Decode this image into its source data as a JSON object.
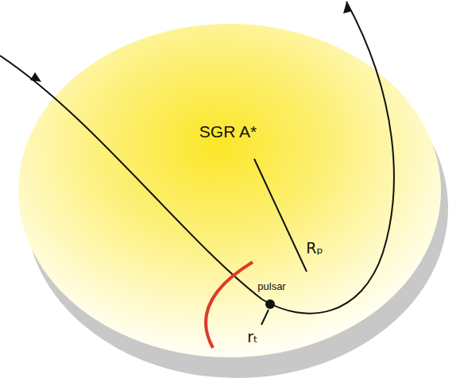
{
  "diagram": {
    "labels": [
      "SGR A*",
      "Rₚ",
      "pulsar",
      "rₜ"
    ]
  }
}
